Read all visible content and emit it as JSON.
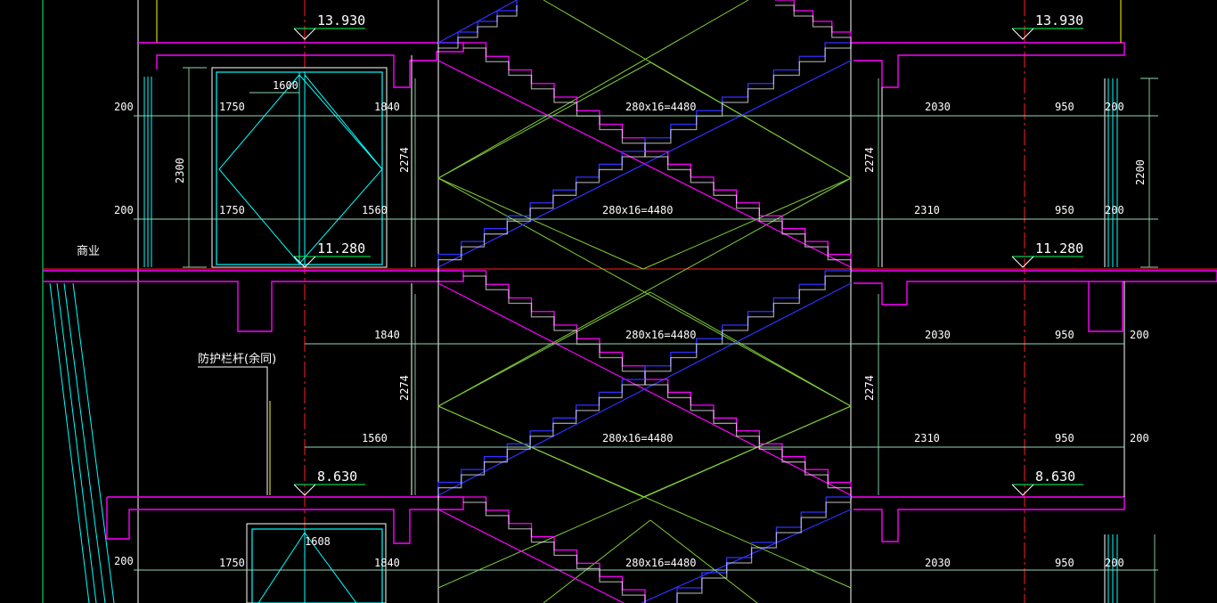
{
  "levels": {
    "top": "13.930",
    "middle": "11.280",
    "bottom": "8.630"
  },
  "labels": {
    "zone": "商业",
    "railing_note": "防护栏杆(余同)"
  },
  "dims": {
    "side_200": "200",
    "side_2200": "2200",
    "door_2300": "2300",
    "door_1600": "1600",
    "door_1608": "1608",
    "left_1750": "1750",
    "v_1840": "1840",
    "v_1560": "1560",
    "run_4480": "280x16=4480",
    "height_2274": "2274",
    "r_2030": "2030",
    "r_2310": "2310",
    "r_950": "950"
  },
  "colors": {
    "magenta": "#ff00ff",
    "cyan": "#00ffff",
    "green": "#7fcc3a",
    "yellow": "#ffff00",
    "red": "#ff2020",
    "blue": "#3030ff",
    "white": "#ffffff",
    "dim": "#8fd8b0"
  }
}
